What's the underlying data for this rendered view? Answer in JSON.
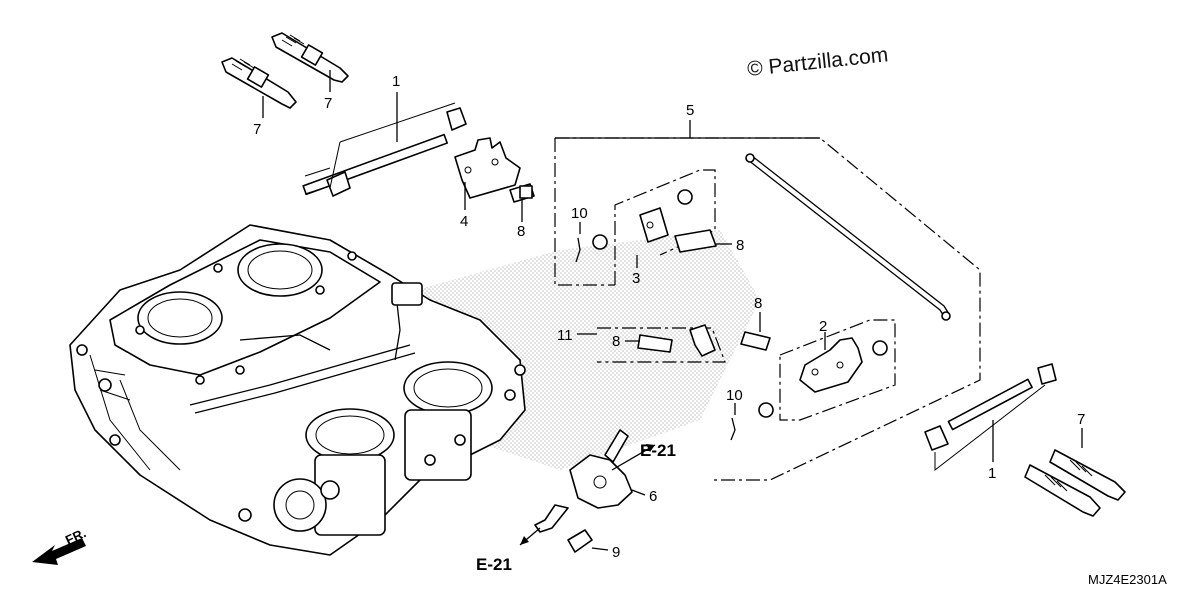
{
  "watermark": "© Partzilla.com",
  "diagram_code": "MJZ4E2301A",
  "direction_label": "FR.",
  "refs": {
    "e21_upper": "E-21",
    "e21_lower": "E-21"
  },
  "callouts": {
    "c1_top": "1",
    "c1_right": "1",
    "c2": "2",
    "c3": "3",
    "c4": "4",
    "c5": "5",
    "c6": "6",
    "c7_a": "7",
    "c7_b": "7",
    "c7_c": "7",
    "c8_a": "8",
    "c8_b": "8",
    "c8_c": "8",
    "c8_d": "8",
    "c9": "9",
    "c10_a": "10",
    "c10_b": "10",
    "c11": "11"
  },
  "colors": {
    "line": "#000000",
    "background": "#ffffff",
    "shade": "#9a9a9a"
  }
}
